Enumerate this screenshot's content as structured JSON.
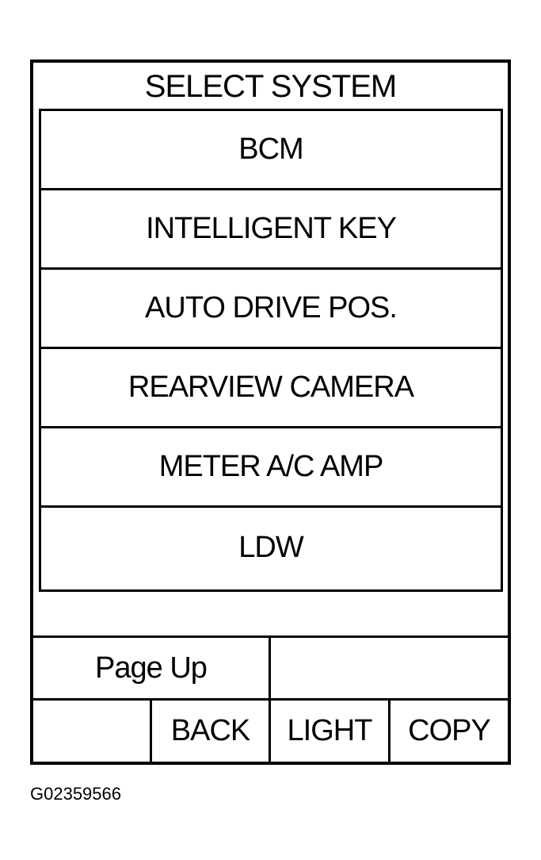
{
  "screen": {
    "title": "SELECT SYSTEM",
    "systems": [
      {
        "label": "BCM"
      },
      {
        "label": "INTELLIGENT KEY"
      },
      {
        "label": "AUTO DRIVE POS."
      },
      {
        "label": "REARVIEW CAMERA"
      },
      {
        "label": "METER A/C AMP"
      },
      {
        "label": "LDW"
      }
    ],
    "page_up_label": "Page Up",
    "back_label": "BACK",
    "light_label": "LIGHT",
    "copy_label": "COPY"
  },
  "figure_id": "G02359566"
}
